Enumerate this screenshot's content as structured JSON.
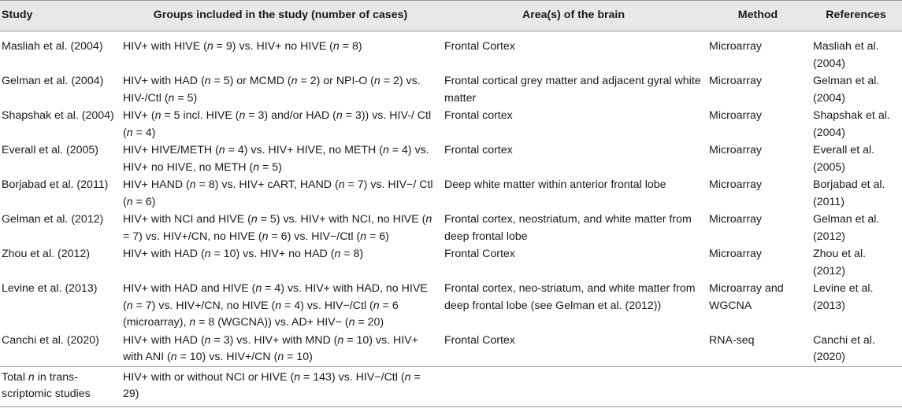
{
  "table": {
    "headers": [
      "Study",
      "Groups included in the study (number of cases)",
      "Area(s) of the brain",
      "Method",
      "References"
    ],
    "rows": [
      {
        "study": "Masliah et al. (2004)",
        "groups": "HIV+ with HIVE (n = 9) vs. HIV+ no HIVE (n = 8)",
        "area": "Frontal Cortex",
        "method": "Microarray",
        "reference": "Masliah et al. (2004)"
      },
      {
        "study": "Gelman et al. (2004)",
        "groups": "HIV+ with HAD (n = 5) or MCMD (n = 2) or NPI-O (n = 2) vs. HIV-/Ctl (n = 5)",
        "area": "Frontal cortical grey matter and adjacent gyral white matter",
        "method": "Microarray",
        "reference": "Gelman et al. (2004)"
      },
      {
        "study": "Shapshak et al. (2004)",
        "groups": "HIV+ (n = 5 incl. HIVE (n = 3) and/or HAD (n = 3)) vs. HIV-/ Ctl (n = 4)",
        "area": "Frontal cortex",
        "method": "Microarray",
        "reference": "Shapshak et al. (2004)"
      },
      {
        "study": "Everall et al. (2005)",
        "groups": "HIV+ HIVE/METH (n = 4) vs. HIV+ HIVE, no METH (n = 4) vs. HIV+ no HIVE, no METH (n = 5)",
        "area": "Frontal cortex",
        "method": "Microarray",
        "reference": "Everall et al. (2005)"
      },
      {
        "study": "Borjabad et al. (2011)",
        "groups": "HIV+ HAND (n = 8) vs. HIV+ cART, HAND (n = 7) vs. HIV−/ Ctl (n = 6)",
        "area": "Deep white matter within anterior frontal lobe",
        "method": "Microarray",
        "reference": "Borjabad et al. (2011)"
      },
      {
        "study": "Gelman et al. (2012)",
        "groups": "HIV+ with NCI and HIVE (n = 5) vs. HIV+ with NCI, no HIVE (n = 7) vs. HIV+/CN, no HIVE (n = 6) vs. HIV−/Ctl (n = 6)",
        "area": "Frontal cortex, neostriatum, and white matter from deep frontal lobe",
        "method": "Microarray",
        "reference": "Gelman et al. (2012)"
      },
      {
        "study": "Zhou et al. (2012)",
        "groups": "HIV+ with HAD (n = 10) vs. HIV+ no HAD (n = 8)",
        "area": "Frontal Cortex",
        "method": "Microarray",
        "reference": "Zhou et al. (2012)"
      },
      {
        "study": "Levine et al. (2013)",
        "groups": "HIV+ with HAD and HIVE (n = 4) vs. HIV+ with HAD, no HIVE (n = 7) vs. HIV+/CN, no HIVE (n = 4) vs. HIV−/Ctl (n = 6 (microarray), n = 8 (WGCNA)) vs. AD+ HIV− (n = 20)",
        "area": "Frontal cortex, neo-striatum, and white matter from deep frontal lobe (see Gelman et al. (2012))",
        "method": "Microarray and WGCNA",
        "reference": "Levine et al. (2013)"
      },
      {
        "study": "Canchi et al. (2020)",
        "groups": "HIV+ with HAD (n = 3) vs. HIV+ with MND (n = 10) vs. HIV+ with ANI (n = 10) vs. HIV+/CN (n = 10)",
        "area": "Frontal Cortex",
        "method": "RNA-seq",
        "reference": "Canchi et al. (2020)"
      }
    ],
    "total": {
      "study": "Total n in trans- scriptomic studies",
      "groups": "HIV+ with or without NCI or HIVE (n = 143) vs. HIV−/Ctl (n = 29)",
      "area": "",
      "method": "",
      "reference": ""
    }
  }
}
